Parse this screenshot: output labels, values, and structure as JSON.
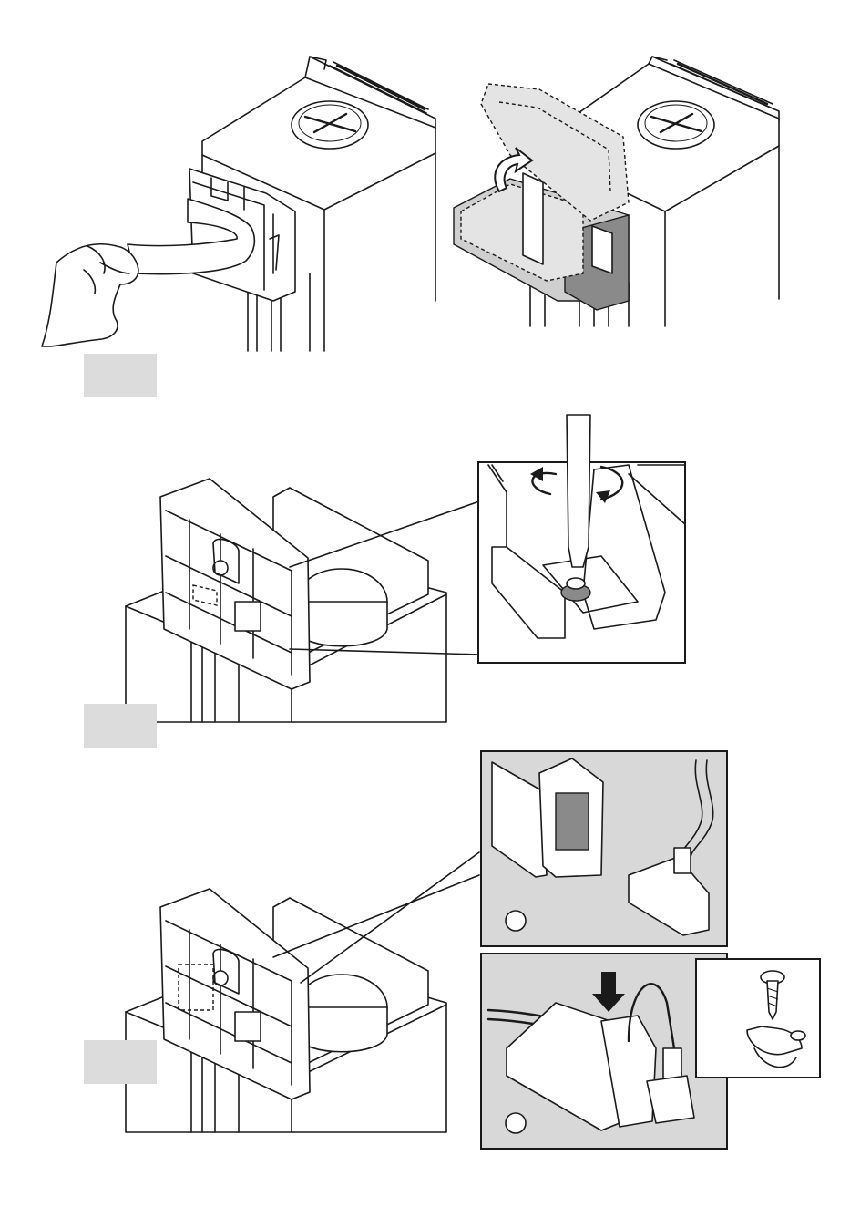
{
  "figure": {
    "colors": {
      "line": "#1a1a1a",
      "step_box": "#dcdcdc",
      "inset_panel": "#d8d8d8",
      "highlight_fill": "#8a8a8a"
    },
    "steps": [
      {
        "name": "step-1-remove-cover",
        "label": ""
      },
      {
        "name": "step-2-unscrew-screw",
        "label": ""
      },
      {
        "name": "step-3-connect-cable",
        "label": ""
      }
    ],
    "icons": [
      "hand-icon",
      "rotate-arrow-icon",
      "screwdriver-icon",
      "screw-icon",
      "cable-clamp-icon",
      "arrow-down-icon"
    ]
  }
}
